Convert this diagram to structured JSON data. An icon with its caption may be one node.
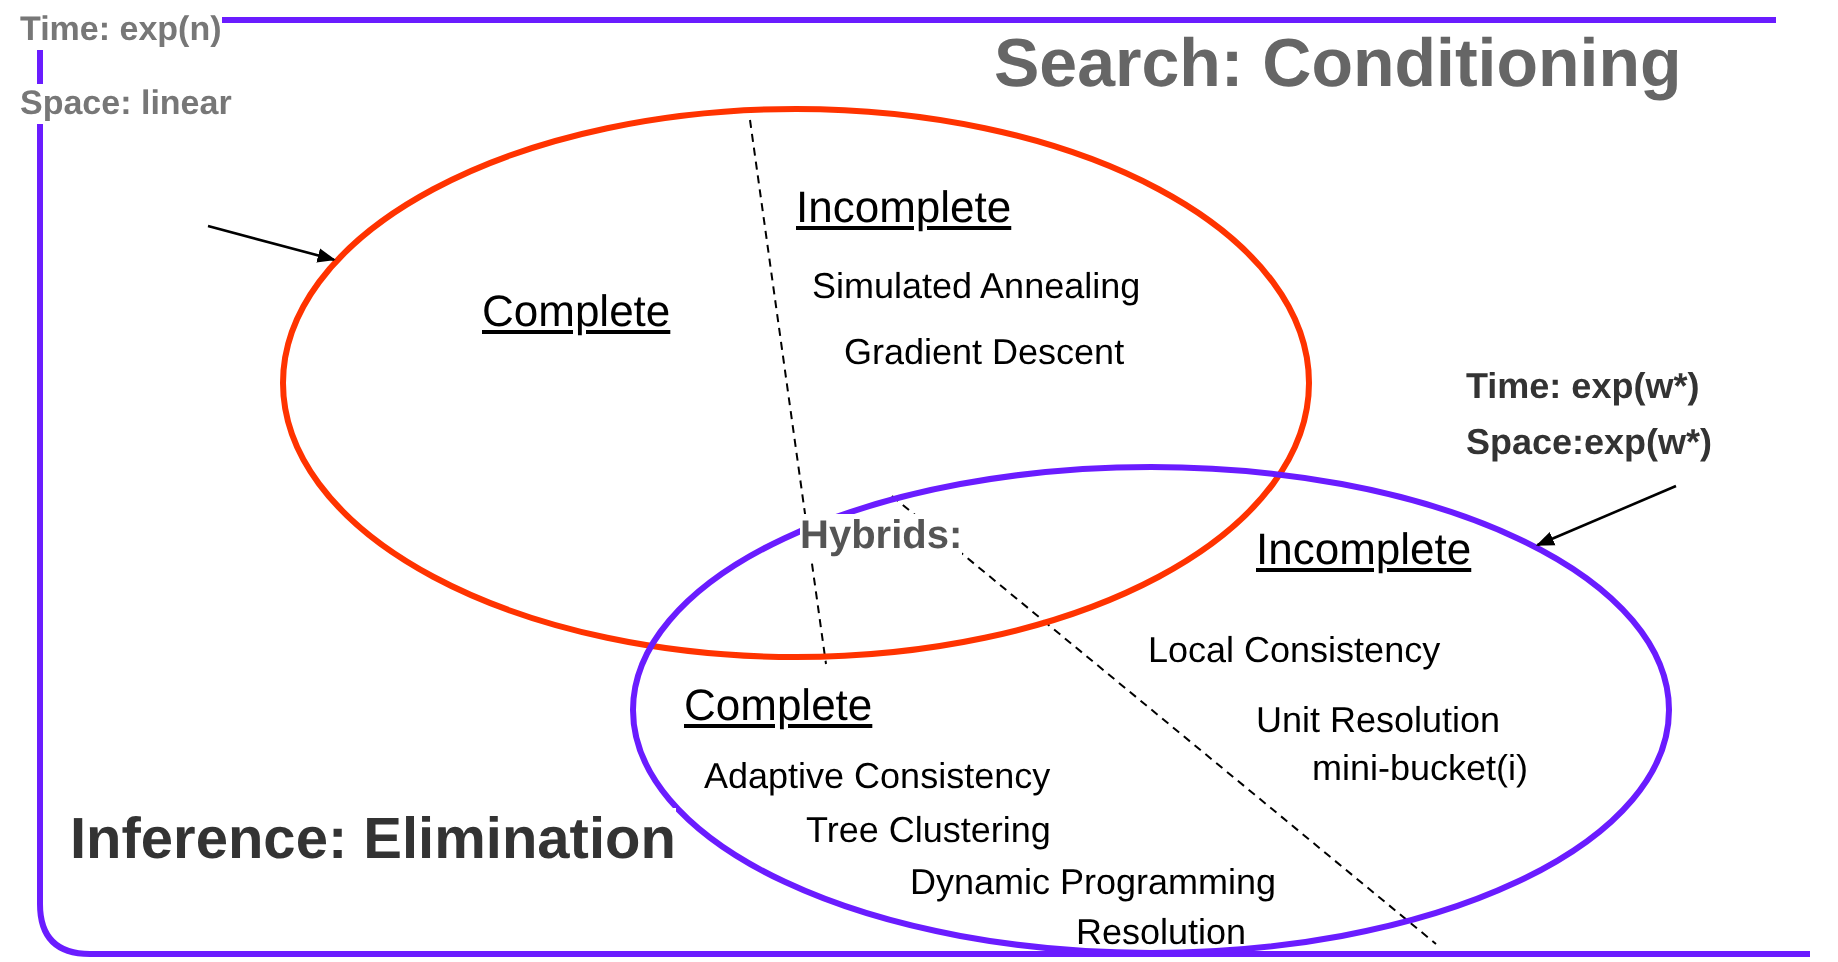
{
  "diagram": {
    "nodes": [
      {
        "text": [
          "Complete",
          "Incomplete",
          "Simulated Annealing",
          "Gradient Descent"
        ]
      },
      {
        "text": [
          "Incomplete",
          "Local Consistency",
          "Unit Resolution",
          "mini-bucket(i)",
          "Complete",
          "Adaptive Consistency",
          "Tree Clustering",
          "Dynamic Programming",
          "Resolution"
        ]
      },
      {
        "text": [
          "Time: exp(w*)",
          "Space:exp(w*)"
        ]
      }
    ],
    "edges": [
      {
        "from": null,
        "to": 0,
        "arrow": "to"
      },
      {
        "from": 2,
        "to": 1,
        "arrow": "to"
      }
    ],
    "labels": [
      "Time: exp(n)",
      "Space: linear",
      "Search: Conditioning",
      "Hybrids:",
      "Inference: Elimination"
    ]
  }
}
